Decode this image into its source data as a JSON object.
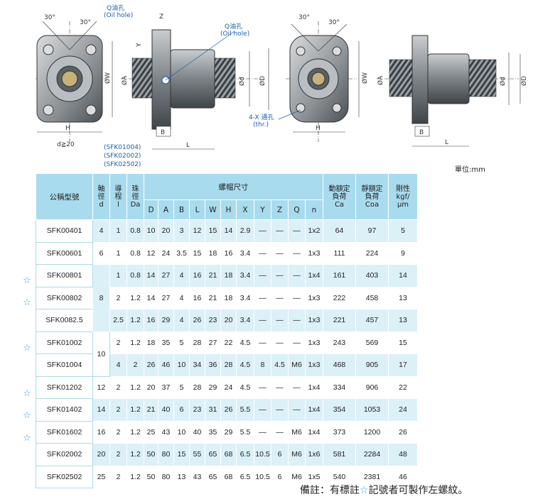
{
  "drawing": {
    "angle_label": "30°",
    "oil_hole_label_zh": "Q油孔",
    "oil_hole_label_en": "(Oil hole)",
    "thru_label_zh": "4-X 通孔",
    "thru_label_en": "(thr.)",
    "d_condition": "d≧20",
    "models_note": [
      "(SFK01004)",
      "(SFK02002)",
      "(SFK02502)"
    ],
    "dims": {
      "W": "ØW",
      "A": "ØA",
      "d": "Ød",
      "D": "ØD",
      "H": "H",
      "B": "B",
      "L": "L",
      "Y": "Y",
      "Z": "Z"
    }
  },
  "unit": "單位:mm",
  "table": {
    "headers": {
      "model": "公稱型號",
      "shaft": [
        "軸",
        "徑",
        "d"
      ],
      "lead": [
        "導",
        "程",
        "l"
      ],
      "ball": [
        "珠",
        "徑",
        "Da"
      ],
      "nut_dims": "螺帽尺寸",
      "nut_cols": [
        "D",
        "A",
        "B",
        "L",
        "W",
        "H",
        "X",
        "Y",
        "Z",
        "Q",
        "n"
      ],
      "dyn": [
        "動額定",
        "負荷",
        "Ca"
      ],
      "stat": [
        "靜額定",
        "負荷",
        "Coa"
      ],
      "rigid": [
        "剛性",
        "kgf/",
        "μm"
      ]
    },
    "rows": [
      {
        "star": "",
        "model": "SFK00401",
        "d": "4",
        "l": "1",
        "Da": "0.8",
        "D": "10",
        "A": "20",
        "B": "3",
        "L": "12",
        "W": "15",
        "H": "14",
        "X": "2.9",
        "Y": "—",
        "Z": "—",
        "Q": "—",
        "n": "1x2",
        "Ca": "64",
        "Coa": "97",
        "K": "5"
      },
      {
        "star": "",
        "model": "SFK00601",
        "d": "6",
        "l": "1",
        "Da": "0.8",
        "D": "12",
        "A": "24",
        "B": "3.5",
        "L": "15",
        "W": "18",
        "H": "16",
        "X": "3.4",
        "Y": "—",
        "Z": "—",
        "Q": "—",
        "n": "1x3",
        "Ca": "111",
        "Coa": "224",
        "K": "9"
      },
      {
        "star": "☆",
        "model": "SFK00801",
        "d": "",
        "l": "1",
        "Da": "0.8",
        "D": "14",
        "A": "27",
        "B": "4",
        "L": "16",
        "W": "21",
        "H": "18",
        "X": "3.4",
        "Y": "—",
        "Z": "—",
        "Q": "—",
        "n": "1x4",
        "Ca": "161",
        "Coa": "403",
        "K": "14"
      },
      {
        "star": "☆",
        "model": "SFK00802",
        "d": "8",
        "l": "2",
        "Da": "1.2",
        "D": "14",
        "A": "27",
        "B": "4",
        "L": "16",
        "W": "21",
        "H": "18",
        "X": "3.4",
        "Y": "—",
        "Z": "—",
        "Q": "—",
        "n": "1x3",
        "Ca": "222",
        "Coa": "458",
        "K": "13"
      },
      {
        "star": "",
        "model": "SFK0082.5",
        "d": "",
        "l": "2.5",
        "Da": "1.2",
        "D": "16",
        "A": "29",
        "B": "4",
        "L": "26",
        "W": "23",
        "H": "20",
        "X": "3.4",
        "Y": "—",
        "Z": "—",
        "Q": "—",
        "n": "1x3",
        "Ca": "221",
        "Coa": "457",
        "K": "13"
      },
      {
        "star": "☆",
        "model": "SFK01002",
        "d": "10",
        "l": "2",
        "Da": "1.2",
        "D": "18",
        "A": "35",
        "B": "5",
        "L": "28",
        "W": "27",
        "H": "22",
        "X": "4.5",
        "Y": "—",
        "Z": "—",
        "Q": "—",
        "n": "1x3",
        "Ca": "243",
        "Coa": "569",
        "K": "15"
      },
      {
        "star": "",
        "model": "SFK01004",
        "d": "",
        "l": "4",
        "Da": "2",
        "D": "26",
        "A": "46",
        "B": "10",
        "L": "34",
        "W": "36",
        "H": "28",
        "X": "4.5",
        "Y": "8",
        "Z": "4.5",
        "Q": "M6",
        "n": "1x3",
        "Ca": "468",
        "Coa": "905",
        "K": "17"
      },
      {
        "star": "☆",
        "model": "SFK01202",
        "d": "12",
        "l": "2",
        "Da": "1.2",
        "D": "20",
        "A": "37",
        "B": "5",
        "L": "28",
        "W": "29",
        "H": "24",
        "X": "4.5",
        "Y": "—",
        "Z": "—",
        "Q": "—",
        "n": "1x4",
        "Ca": "334",
        "Coa": "906",
        "K": "22"
      },
      {
        "star": "☆",
        "model": "SFK01402",
        "d": "14",
        "l": "2",
        "Da": "1.2",
        "D": "21",
        "A": "40",
        "B": "6",
        "L": "23",
        "W": "31",
        "H": "26",
        "X": "5.5",
        "Y": "—",
        "Z": "—",
        "Q": "—",
        "n": "1x4",
        "Ca": "354",
        "Coa": "1053",
        "K": "24"
      },
      {
        "star": "☆",
        "model": "SFK01602",
        "d": "16",
        "l": "2",
        "Da": "1.2",
        "D": "25",
        "A": "43",
        "B": "10",
        "L": "40",
        "W": "35",
        "H": "29",
        "X": "5.5",
        "Y": "—",
        "Z": "—",
        "Q": "M6",
        "n": "1x4",
        "Ca": "373",
        "Coa": "1200",
        "K": "26"
      },
      {
        "star": "",
        "model": "SFK02002",
        "d": "20",
        "l": "2",
        "Da": "1.2",
        "D": "50",
        "A": "80",
        "B": "15",
        "L": "55",
        "W": "65",
        "H": "68",
        "X": "6.5",
        "Y": "10.5",
        "Z": "6",
        "Q": "M6",
        "n": "1x6",
        "Ca": "581",
        "Coa": "2284",
        "K": "48"
      },
      {
        "star": "",
        "model": "SFK02502",
        "d": "25",
        "l": "2",
        "Da": "1.2",
        "D": "50",
        "A": "80",
        "B": "13",
        "L": "43",
        "W": "65",
        "H": "68",
        "X": "6.5",
        "Y": "10.5",
        "Z": "6",
        "Q": "M6",
        "n": "1x5",
        "Ca": "540",
        "Coa": "2381",
        "K": "46"
      }
    ],
    "merged_d": {
      "eight": "8",
      "ten": "10"
    }
  },
  "footnote": {
    "pre": "備註：有標註",
    "star": "☆",
    "post": "記號者可製作左螺紋。"
  }
}
